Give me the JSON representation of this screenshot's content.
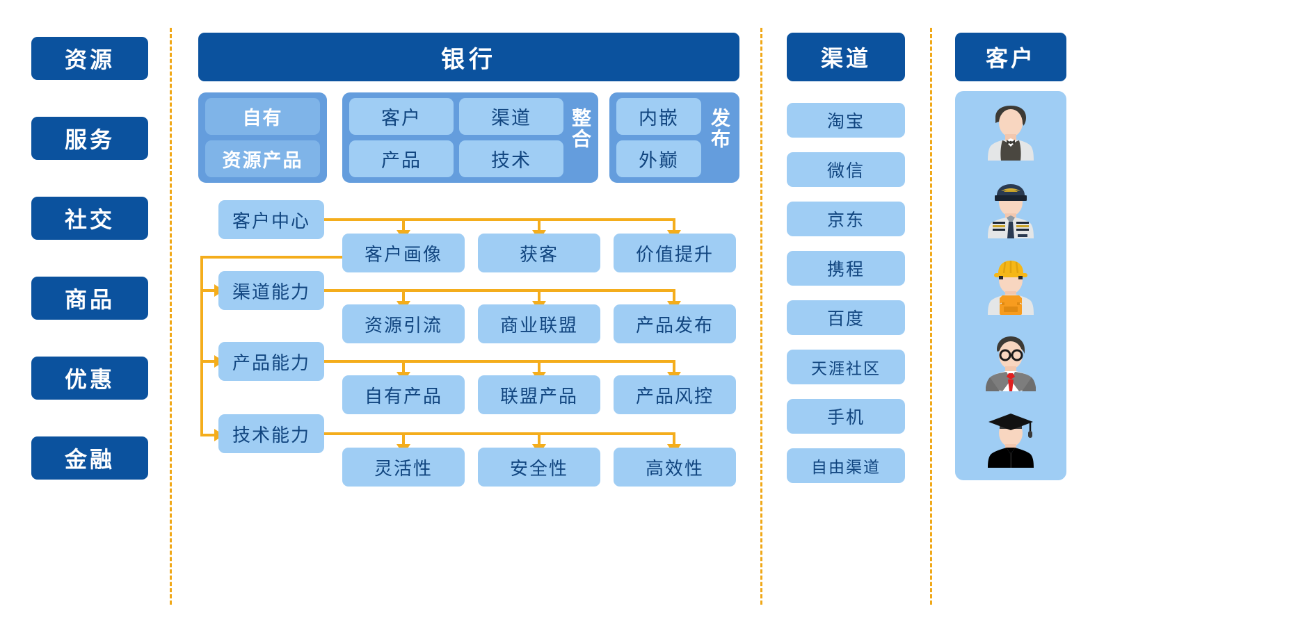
{
  "colors": {
    "dark_blue": "#0b529e",
    "mid_blue": "#649ddd",
    "light_blue": "#9fcdf4",
    "text_blue": "#11457f",
    "accent_orange": "#f4ad1c",
    "dashed_orange": "#f0a818",
    "white": "#ffffff"
  },
  "categories": {
    "items": [
      {
        "label": "资源"
      },
      {
        "label": "服务"
      },
      {
        "label": "社交"
      },
      {
        "label": "商品"
      },
      {
        "label": "优惠"
      },
      {
        "label": "金融"
      }
    ]
  },
  "bank": {
    "title": "银行",
    "own_group": {
      "items": [
        "自有",
        "资源产品"
      ]
    },
    "integrate_group": {
      "items": [
        "客户",
        "渠道",
        "产品",
        "技术"
      ],
      "side_label": "整合"
    },
    "publish_group": {
      "items": [
        "内嵌",
        "外巅"
      ],
      "side_label": "发布"
    },
    "flow": {
      "rows": [
        {
          "driver": "客户中心",
          "outputs": [
            "客户画像",
            "获客",
            "价值提升"
          ]
        },
        {
          "driver": "渠道能力",
          "outputs": [
            "资源引流",
            "商业联盟",
            "产品发布"
          ]
        },
        {
          "driver": "产品能力",
          "outputs": [
            "自有产品",
            "联盟产品",
            "产品风控"
          ]
        },
        {
          "driver": "技术能力",
          "outputs": [
            "灵活性",
            "安全性",
            "高效性"
          ]
        }
      ]
    }
  },
  "channels": {
    "title": "渠道",
    "items": [
      "淘宝",
      "微信",
      "京东",
      "携程",
      "百度",
      "天涯社区",
      "手机",
      "自由渠道"
    ]
  },
  "customers": {
    "title": "客户",
    "avatars": [
      {
        "name": "waiter-avatar"
      },
      {
        "name": "pilot-avatar"
      },
      {
        "name": "construction-worker-avatar"
      },
      {
        "name": "businessman-avatar"
      },
      {
        "name": "graduate-avatar"
      }
    ]
  }
}
